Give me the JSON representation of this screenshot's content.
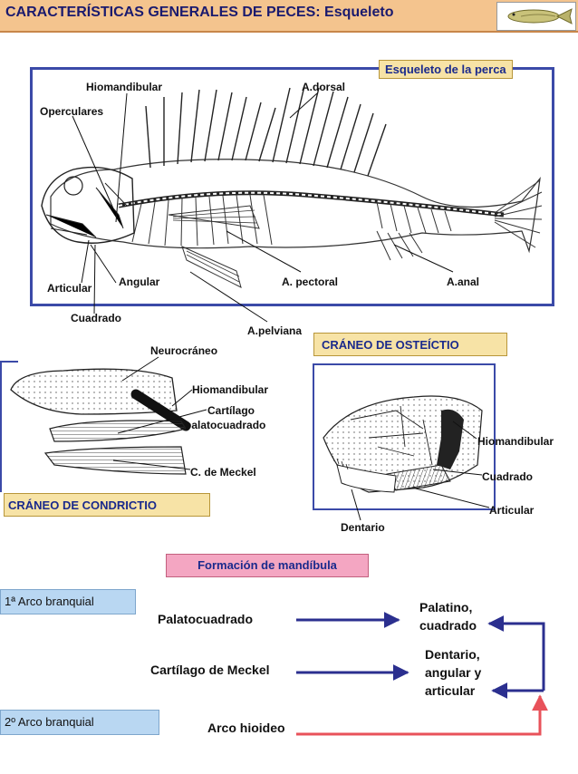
{
  "header": {
    "title": "CARACTERÍSTICAS GENERALES DE PECES: Esqueleto"
  },
  "perch": {
    "badge": "Esqueleto de la perca",
    "labels": {
      "hiomandibular": "Hiomandibular",
      "operculares": "Operculares",
      "adorsal": "A.dorsal",
      "articular": "Articular",
      "angular": "Angular",
      "apectoral": "A. pectoral",
      "aanal": "A.anal",
      "cuadrado": "Cuadrado",
      "apelviana": "A.pelviana"
    }
  },
  "chondrichthyes": {
    "badge": "CRÁNEO DE CONDRICTIO",
    "labels": {
      "neurocraneo": "Neurocráneo",
      "hiomandibular": "Hiomandibular",
      "cartilago_line1": "Cartílago",
      "cartilago_line2": "palatocuadrado",
      "meckel": "C. de Meckel"
    }
  },
  "osteichthyes": {
    "badge": "CRÁNEO DE OSTEÍCTIO",
    "labels": {
      "hiomandibular": "Hiomandibular",
      "cuadrado": "Cuadrado",
      "articular": "Articular",
      "dentario": "Dentario"
    }
  },
  "mandible": {
    "title": "Formación de mandíbula",
    "arch1": "1ª Arco branquial",
    "arch2": "2º Arco branquial",
    "rows": {
      "palatocuadrado": "Palatocuadrado",
      "meckel": "Cartílago de Meckel",
      "hioideo": "Arco hioideo"
    },
    "results": {
      "palatino_line1": "Palatino,",
      "palatino_line2": "cuadrado",
      "dentario_line1": "Dentario,",
      "dentario_line2": "angular y",
      "dentario_line3": "articular"
    },
    "colors": {
      "arrow_blue": "#2b2f8f",
      "arrow_red": "#e8525a"
    }
  }
}
